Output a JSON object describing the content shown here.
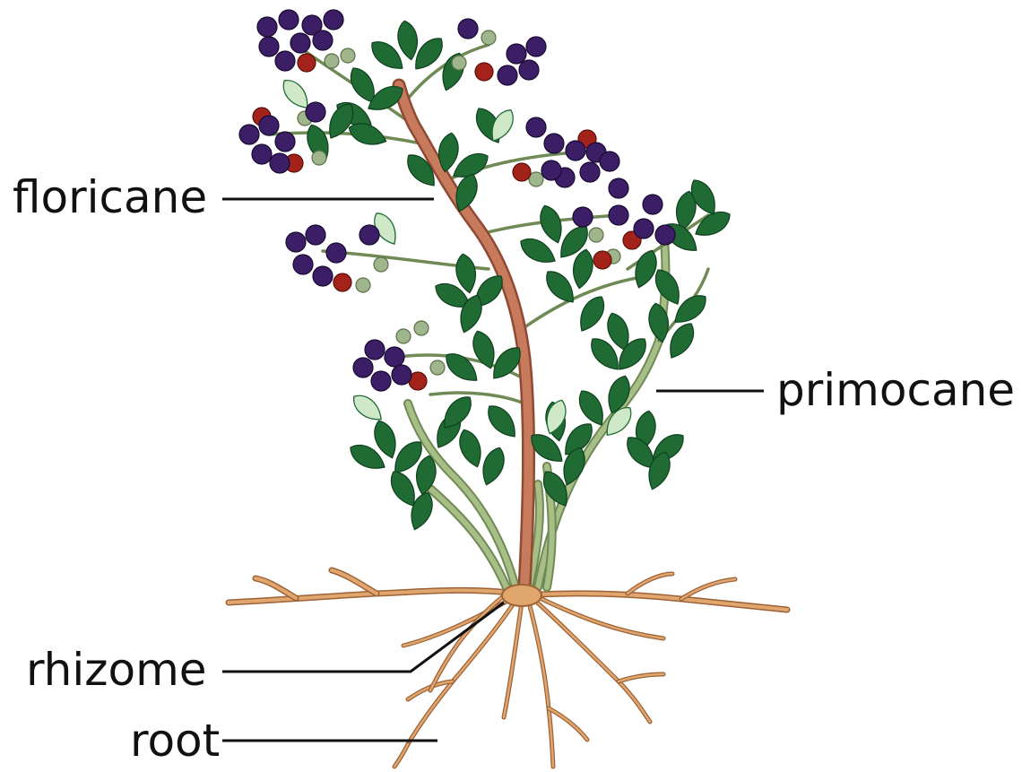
{
  "labels": {
    "floricane": "floricane",
    "primocane": "primocane",
    "rhizome": "rhizome",
    "root": "root"
  },
  "colors": {
    "floricane_stem": "#c77b5c",
    "floricane_stem_edge": "#8f4a33",
    "primocane_stem": "#a7bf86",
    "primocane_stem_edge": "#6f8a55",
    "leaf": "#1f6b33",
    "leaf_light": "#cfe8c8",
    "ripe_berry": "#3b1e66",
    "red_berry": "#a3231a",
    "unripe_berry": "#9fb58c",
    "root": "#e0a66e",
    "root_edge": "#9c6338",
    "label_text": "#111111"
  }
}
